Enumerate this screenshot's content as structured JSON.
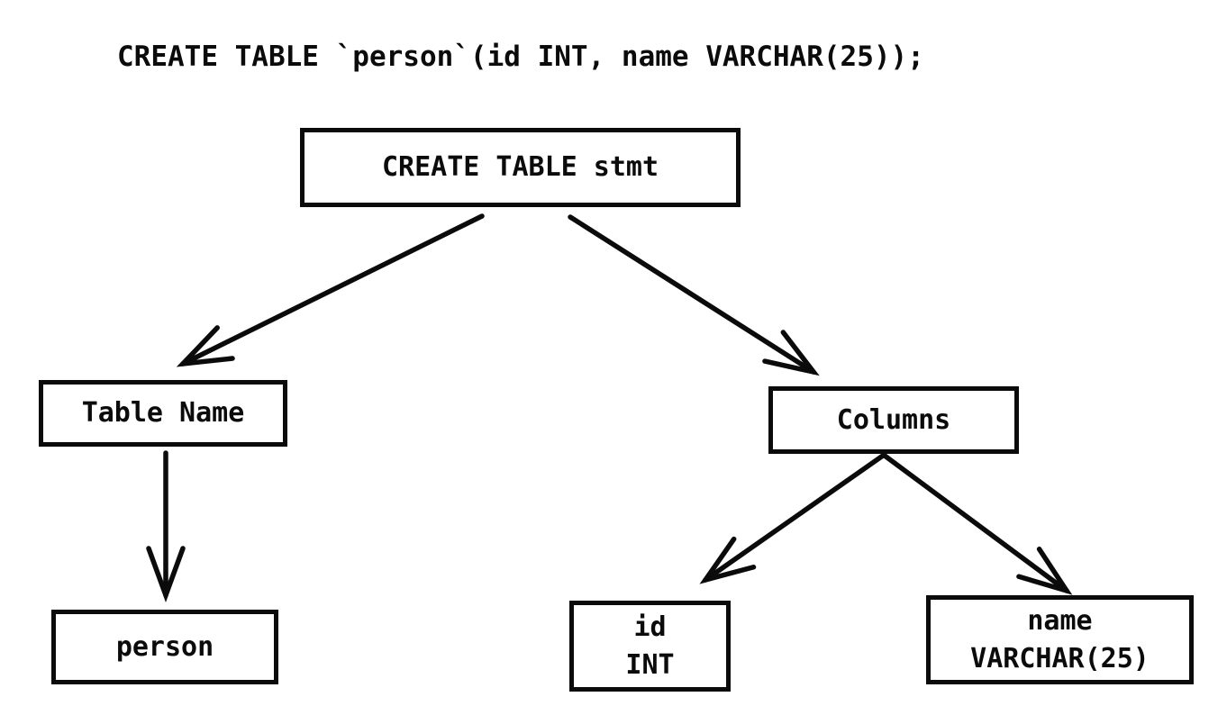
{
  "sql": {
    "statement": "CREATE TABLE `person`(id INT, name VARCHAR(25));"
  },
  "tree": {
    "nodes": {
      "create_table_stmt": {
        "label": "CREATE TABLE stmt"
      },
      "table_name": {
        "label": "Table Name"
      },
      "person": {
        "label": "person"
      },
      "columns": {
        "label": "Columns"
      },
      "column_id": {
        "label": "id\nINT"
      },
      "column_name": {
        "label": "name\nVARCHAR(25)"
      }
    },
    "edges": [
      {
        "from": "create_table_stmt",
        "to": "table_name"
      },
      {
        "from": "create_table_stmt",
        "to": "columns"
      },
      {
        "from": "table_name",
        "to": "person"
      },
      {
        "from": "columns",
        "to": "column_id"
      },
      {
        "from": "columns",
        "to": "column_name"
      }
    ]
  },
  "colors": {
    "ink": "#0b0b0b",
    "background": "#ffffff"
  }
}
